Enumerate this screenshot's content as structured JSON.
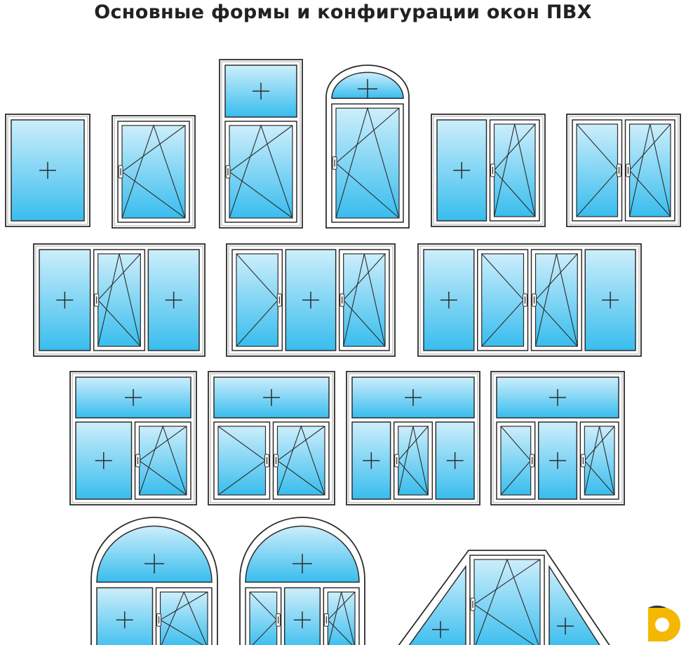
{
  "title": "Основные формы и конфигурации окон ПВХ",
  "colors": {
    "glass_top": "#cdeefb",
    "glass_bottom": "#38bdee",
    "frame": "#ffffff",
    "outline": "#2c2c2c",
    "logo_yellow": "#f5b800",
    "logo_dark": "#333333"
  },
  "icons": {
    "fixed_pane": "plus-mark",
    "tilt_turn_pane": "opening-triangle-lines",
    "handle": "window-handle-icon",
    "logo": "brand-logo-icon"
  },
  "rows": [
    {
      "windows": [
        {
          "name": "fixed-window",
          "panes": [
            "fixed"
          ]
        },
        {
          "name": "tilt-turn-window",
          "panes": [
            "tilt-turn"
          ]
        },
        {
          "name": "tilt-turn-window-with-transom",
          "top": "fixed-transom",
          "panes": [
            "tilt-turn"
          ]
        },
        {
          "name": "arched-tilt-turn-window",
          "top": "fixed-arch",
          "panes": [
            "tilt-turn"
          ]
        },
        {
          "name": "fixed-and-tilt-turn-window",
          "panes": [
            "fixed",
            "tilt-turn"
          ]
        },
        {
          "name": "turn-and-tilt-turn-window",
          "panes": [
            "turn",
            "tilt-turn"
          ]
        }
      ]
    },
    {
      "windows": [
        {
          "name": "fixed-tilt-turn-fixed-window",
          "panes": [
            "fixed",
            "tilt-turn",
            "fixed"
          ]
        },
        {
          "name": "turn-fixed-tilt-turn-window",
          "panes": [
            "turn",
            "fixed",
            "tilt-turn"
          ]
        },
        {
          "name": "four-pane-window",
          "panes": [
            "fixed",
            "turn",
            "tilt-turn",
            "fixed"
          ]
        }
      ]
    },
    {
      "windows": [
        {
          "name": "transom-fixed-tilt-turn-window",
          "top": "fixed-transom",
          "panes": [
            "fixed",
            "tilt-turn"
          ]
        },
        {
          "name": "transom-turn-tilt-turn-window",
          "top": "fixed-transom",
          "panes": [
            "turn",
            "tilt-turn"
          ]
        },
        {
          "name": "transom-fixed-tilt-turn-fixed-window",
          "top": "fixed-transom",
          "panes": [
            "fixed",
            "tilt-turn",
            "fixed"
          ]
        },
        {
          "name": "transom-turn-fixed-tilt-turn-window",
          "top": "fixed-transom",
          "panes": [
            "turn",
            "fixed",
            "tilt-turn"
          ]
        }
      ]
    },
    {
      "windows": [
        {
          "name": "arched-fixed-tilt-turn-window",
          "top": "fixed-arch",
          "panes": [
            "fixed",
            "tilt-turn"
          ]
        },
        {
          "name": "arched-turn-fixed-tilt-turn-window",
          "top": "fixed-arch",
          "panes": [
            "turn",
            "fixed",
            "tilt-turn"
          ]
        },
        {
          "name": "trapezoid-window",
          "top": "gable",
          "panes": [
            "fixed-triangle",
            "tilt-turn",
            "fixed-triangle"
          ]
        }
      ]
    }
  ]
}
